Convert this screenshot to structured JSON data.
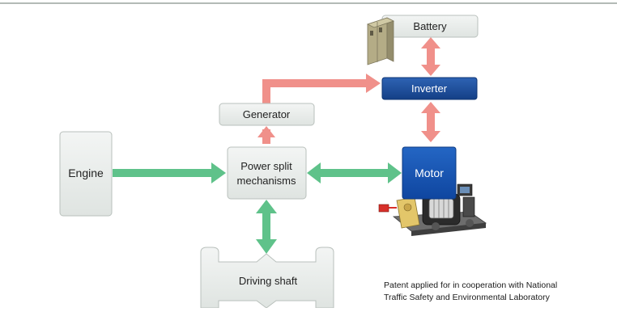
{
  "diagram": {
    "nodes": {
      "battery": "Battery",
      "inverter": "Inverter",
      "generator": "Generator",
      "engine": "Engine",
      "power_split_line1": "Power split",
      "power_split_line2": "mechanisms",
      "motor": "Motor",
      "driving_shaft": "Driving shaft"
    },
    "note_lines": [
      "Patent applied for in cooperation with National",
      "Traffic Safety and Environmental Laboratory"
    ]
  },
  "colors": {
    "box_fill": "#e8ebe9",
    "box_stroke": "#b9c0bc",
    "inverter_fill": "#1b4f9c",
    "motor_fill": "#1555b0",
    "pink_arrow": "#f0908a",
    "green_arrow": "#5fc28a",
    "top_rule": "#9aa39e"
  }
}
